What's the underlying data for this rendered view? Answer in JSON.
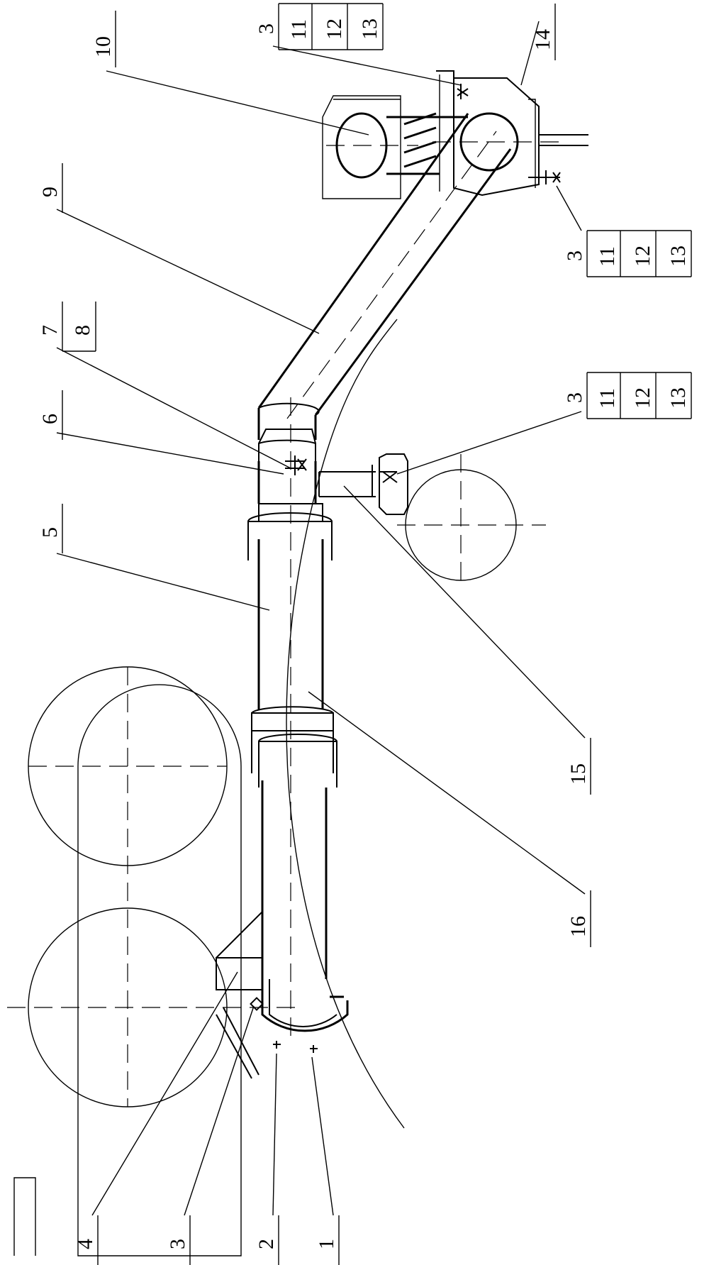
{
  "callouts": [
    {
      "id": "c1",
      "text": "1"
    },
    {
      "id": "c2",
      "text": "2"
    },
    {
      "id": "c3a",
      "text": "3"
    },
    {
      "id": "c4",
      "text": "4"
    },
    {
      "id": "c5",
      "text": "5"
    },
    {
      "id": "c6",
      "text": "6"
    },
    {
      "id": "c7",
      "text": "7"
    },
    {
      "id": "c8",
      "text": "8"
    },
    {
      "id": "c9",
      "text": "9"
    },
    {
      "id": "c10",
      "text": "10"
    },
    {
      "id": "c14",
      "text": "14"
    },
    {
      "id": "c15",
      "text": "15"
    },
    {
      "id": "c16",
      "text": "16"
    }
  ],
  "groups": [
    {
      "id": "g_top",
      "labels": [
        "3",
        "11",
        "12",
        "13"
      ]
    },
    {
      "id": "g_right",
      "labels": [
        "3",
        "11",
        "12",
        "13"
      ]
    },
    {
      "id": "g_middle",
      "labels": [
        "3",
        "11",
        "12",
        "13"
      ]
    }
  ]
}
